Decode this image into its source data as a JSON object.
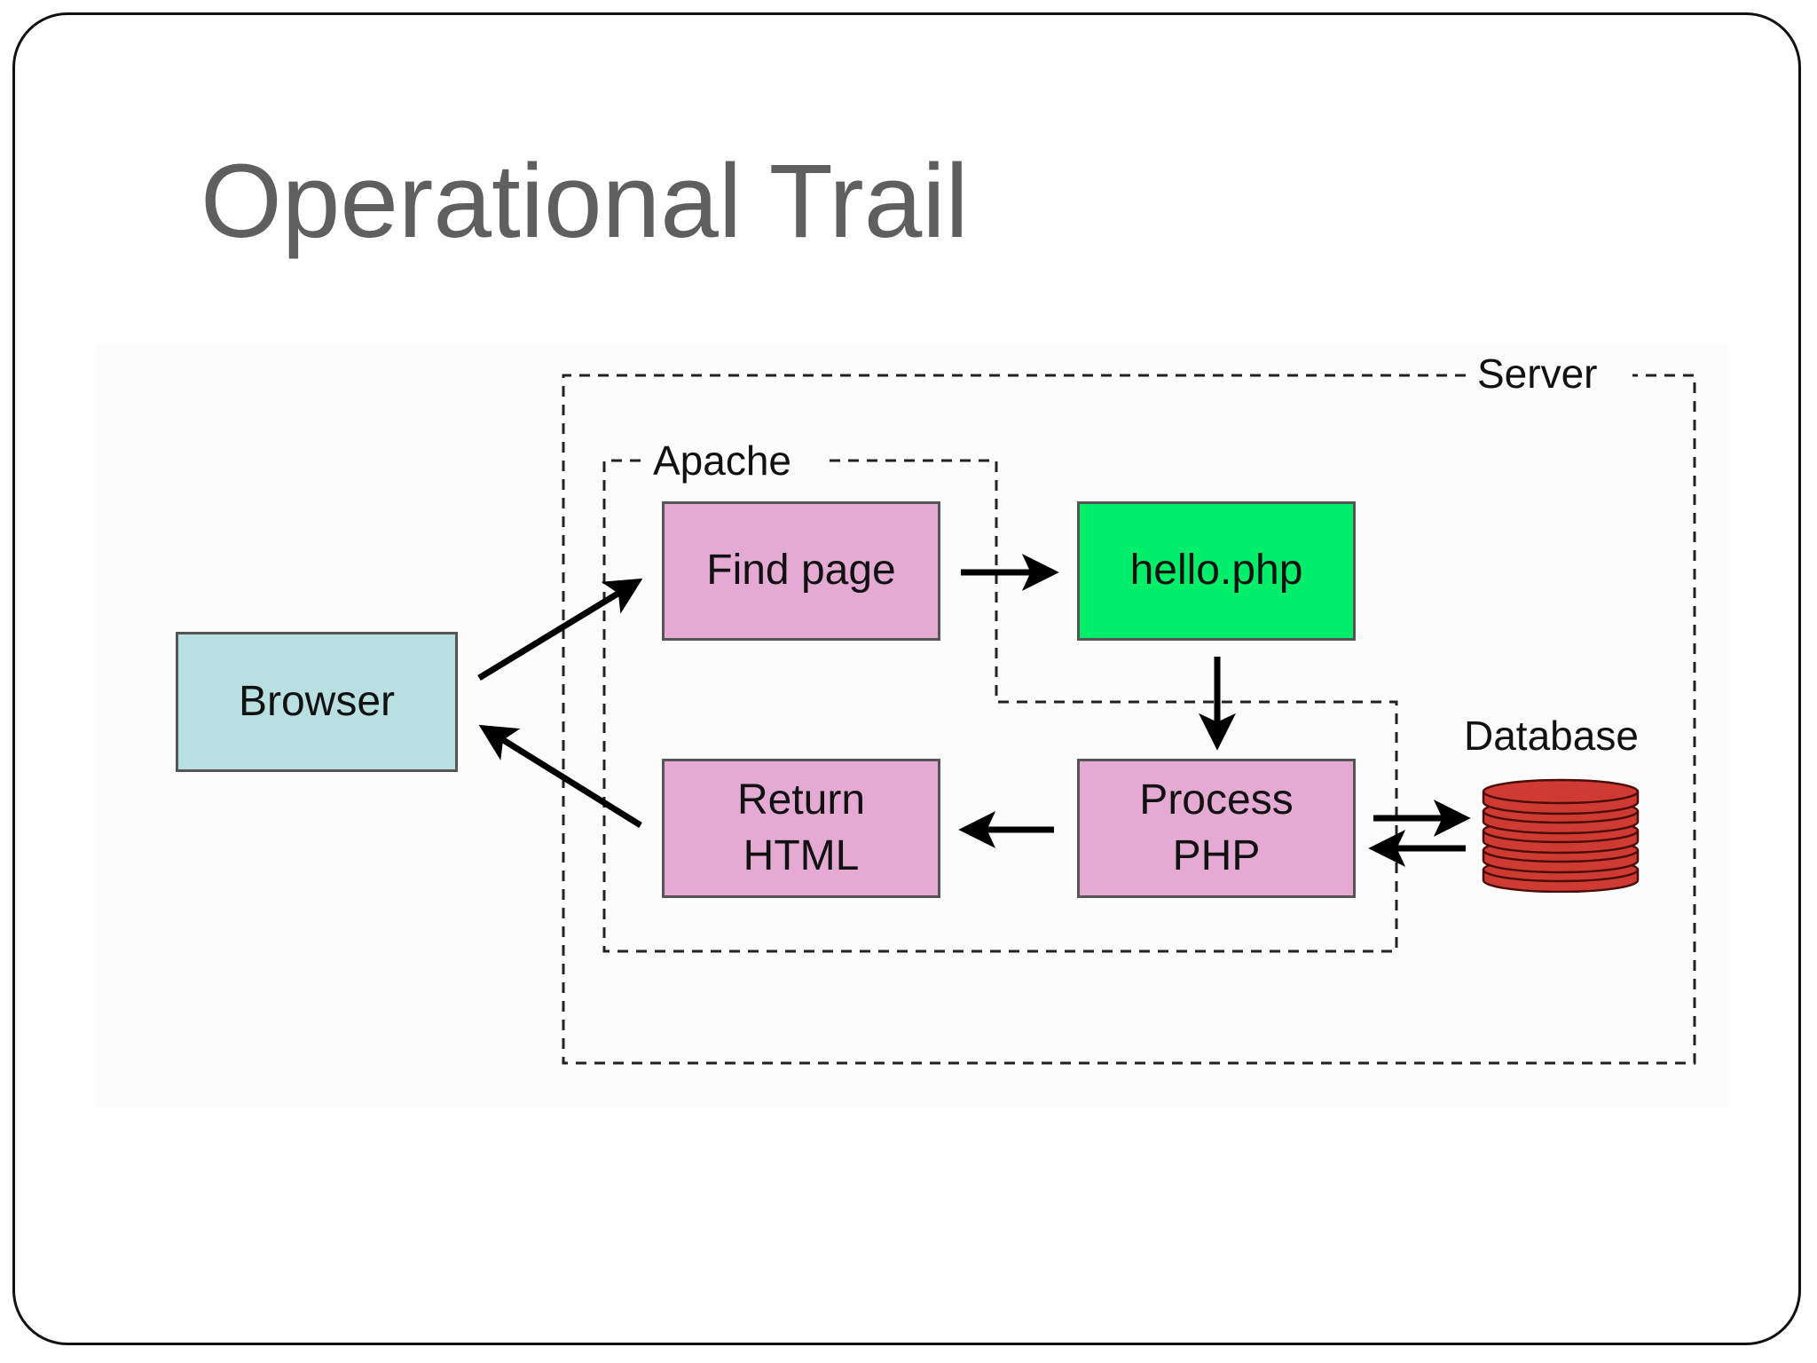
{
  "slide": {
    "title": "Operational Trail"
  },
  "regions": {
    "server": {
      "label": "Server"
    },
    "apache": {
      "label": "Apache"
    }
  },
  "nodes": {
    "browser": {
      "label": "Browser",
      "color": "#b8e0e0"
    },
    "find_page": {
      "label": "Find page",
      "color": "#e4aad4"
    },
    "hello_php": {
      "label": "hello.php",
      "color": "#00ee6a"
    },
    "process_php": {
      "label": "Process\nPHP",
      "color": "#e4aad4"
    },
    "return_html": {
      "label": "Return\nHTML",
      "color": "#e4aad4"
    },
    "database": {
      "label": "Database",
      "color": "#cf3b32",
      "icon": "database-icon"
    }
  },
  "edges": [
    {
      "from": "browser",
      "to": "find_page"
    },
    {
      "from": "find_page",
      "to": "hello_php"
    },
    {
      "from": "hello_php",
      "to": "process_php"
    },
    {
      "from": "process_php",
      "to": "database"
    },
    {
      "from": "database",
      "to": "process_php"
    },
    {
      "from": "process_php",
      "to": "return_html"
    },
    {
      "from": "return_html",
      "to": "browser"
    }
  ]
}
